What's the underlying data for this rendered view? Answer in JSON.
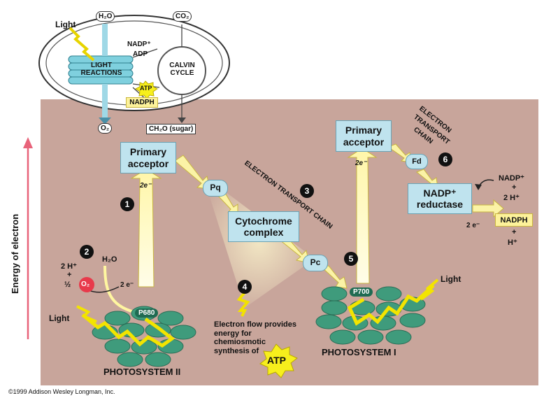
{
  "chloroplast": {
    "light": "Light",
    "h2o_in": "H₂O",
    "co2": "CO₂",
    "nadp_in": "NADP⁺",
    "adp": "ADP",
    "light_reactions": "LIGHT REACTIONS",
    "calvin_cycle": "CALVIN CYCLE",
    "atp": "ATP",
    "nadph": "NADPH",
    "o2": "O₂",
    "sugar": "CH₂O (sugar)"
  },
  "axis": {
    "energy": "Energy of electron"
  },
  "ps2": {
    "primary_acceptor": "Primary acceptor",
    "electrons_up": "2e⁻",
    "step1": "1",
    "step2": "2",
    "h2o": "H₂O",
    "two_h": "2 H⁺",
    "plus": "+",
    "half_o2_prefix": "½",
    "o2": "O₂",
    "two_e": "2 e⁻",
    "light": "Light",
    "p680": "P680",
    "label": "PHOTOSYSTEM II"
  },
  "etc": {
    "pq": "Pq",
    "step3": "3",
    "title": "ELECTRON TRANSPORT CHAIN",
    "cytochrome": "Cytochrome complex",
    "pc": "Pc",
    "step4": "4",
    "flow_text": "Electron flow provides energy for chemiosmotic synthesis of",
    "atp": "ATP"
  },
  "ps1": {
    "primary_acceptor": "Primary acceptor",
    "electrons_up": "2e⁻",
    "step5": "5",
    "p700": "P700",
    "light": "Light",
    "label": "PHOTOSYSTEM I"
  },
  "etc2": {
    "title_line1": "ELECTRON",
    "title_line2": "TRANSPORT",
    "title_line3": "CHAIN",
    "fd": "Fd",
    "step6": "6",
    "nadp_plus": "NADP⁺",
    "plus": "+",
    "two_h": "2 H⁺",
    "reductase": "NADP⁺ reductase",
    "two_e": "2 e⁻",
    "nadph": "NADPH",
    "plus2": "+",
    "h_plus": "H⁺"
  },
  "copyright": "©1999 Addison Wesley Longman, Inc."
}
